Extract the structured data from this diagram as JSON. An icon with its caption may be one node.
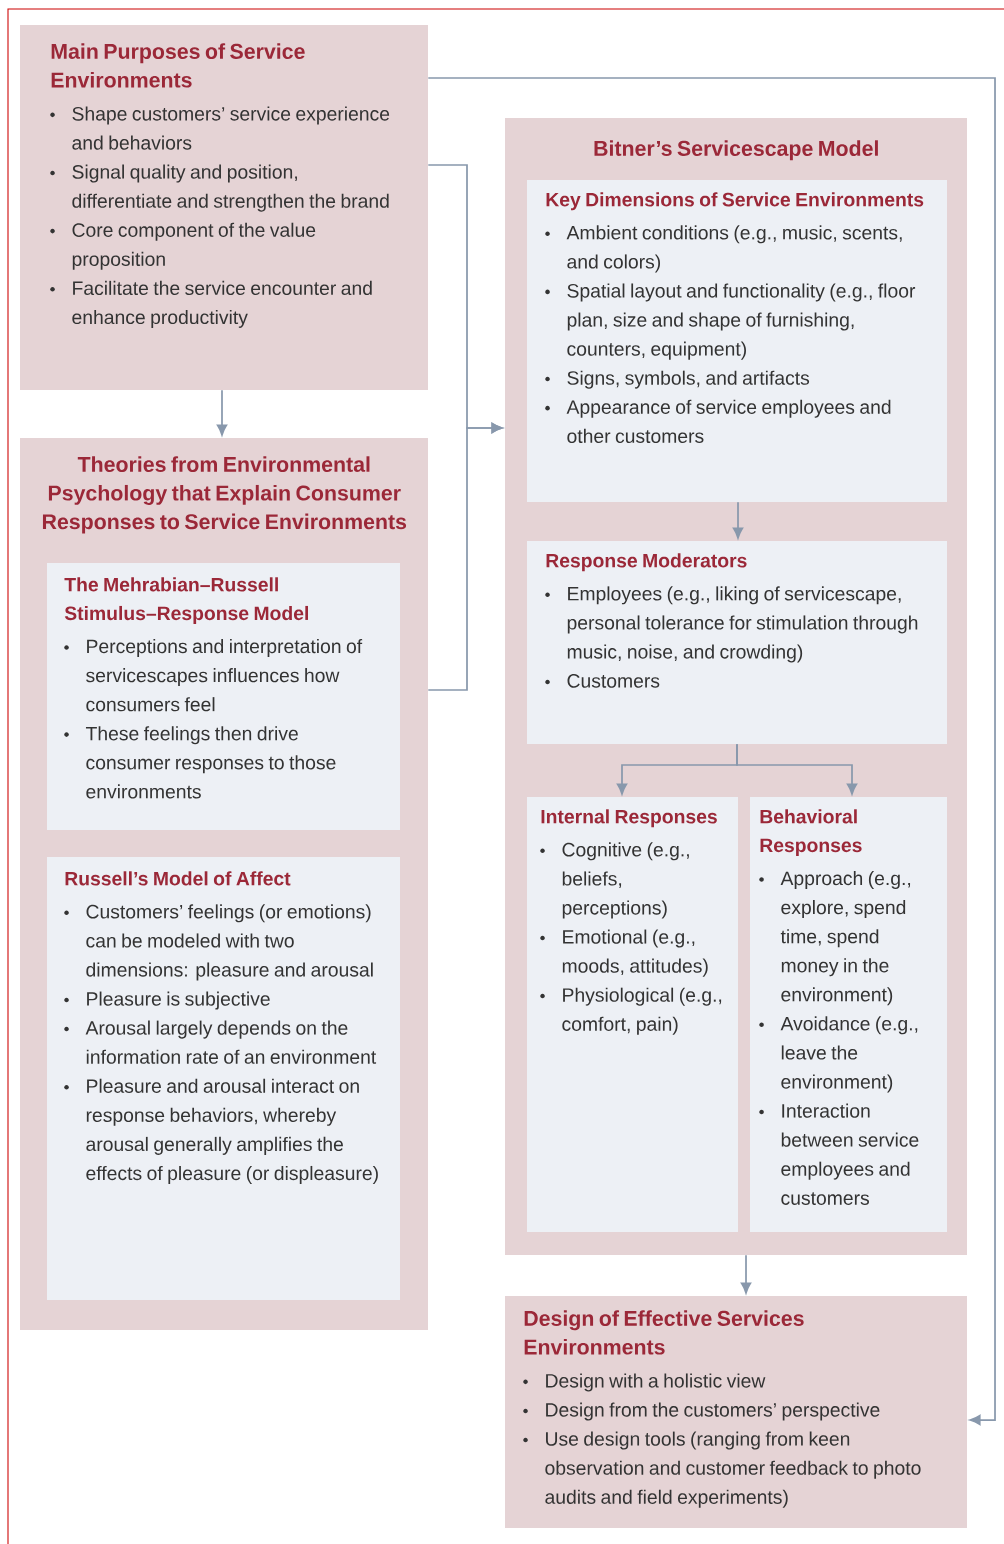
{
  "diagram": {
    "nodes": [
      {
        "text": [
          "Main Purposes of Service Environments",
          "Shape customers’ service experience and behaviors",
          "Signal quality and position, differentiate and strengthen the brand",
          "Core component of the value proposition",
          "Facilitate the service encounter and enhance productivity"
        ]
      },
      {
        "text": [
          "Theories from Environmental Psychology that Explain Consumer Responses to Service Environments"
        ]
      },
      {
        "text": [
          "The Mehrabian–Russell Stimulus–Response Model",
          "Perceptions and interpretation of servicescapes influences how consumers feel",
          "These feelings then drive consumer responses to those environments"
        ],
        "in": 1
      },
      {
        "text": [
          "Russell’s Model of Affect",
          "Customers’ feelings (or emotions) can be modeled with two dimensions: pleasure and arousal",
          "Pleasure is subjective",
          "Arousal largely depends on the information rate of an environment",
          "Pleasure and arousal interact on response behaviors, whereby arousal generally amplifies the effects of pleasure (or displeasure)"
        ],
        "in": 1
      },
      {
        "text": [
          "Bitner’s Servicescape Model"
        ]
      },
      {
        "text": [
          "Key Dimensions of Service Environments",
          "Ambient conditions (e.g., music, scents, and colors)",
          "Spatial layout and functionality (e.g., floor plan, size and shape of furnishing, counters, equipment)",
          "Signs, symbols, and artifacts",
          "Appearance of service employees and other customers"
        ],
        "in": 4
      },
      {
        "text": [
          "Response Moderators",
          "Employees (e.g., liking of servicescape, personal tolerance for stimulation through music, noise, and crowding)",
          "Customers"
        ],
        "in": 4
      },
      {
        "text": [
          "Internal Responses",
          "Cognitive (e.g., beliefs, perceptions)",
          "Emotional (e.g., moods, attitudes)",
          "Physiological (e.g., comfort, pain)"
        ],
        "in": 4
      },
      {
        "text": [
          "Behavioral Responses",
          "Approach (e.g., explore, spend time, spend money in the environment)",
          "Avoidance (e.g., leave the environment)",
          "Interaction between service employees and customers"
        ],
        "in": 4
      },
      {
        "text": [
          "Design of Effective Services Environments",
          "Design with a holistic view",
          "Design from the customers’ perspective",
          "Use design tools (ranging from keen observation and customer feedback to photo audits and field experiments)"
        ]
      }
    ],
    "edges": [
      {
        "from": 0,
        "to": 1,
        "arrow": "to"
      },
      {
        "from": 0,
        "to": 4,
        "arrow": "to"
      },
      {
        "from": 1,
        "to": 4,
        "arrow": "to"
      },
      {
        "from": 0,
        "to": 9,
        "arrow": "to"
      },
      {
        "from": 5,
        "to": 6,
        "arrow": "to"
      },
      {
        "from": 6,
        "to": 7,
        "arrow": "to"
      },
      {
        "from": 6,
        "to": 8,
        "arrow": "to"
      },
      {
        "from": 4,
        "to": 9,
        "arrow": "to"
      }
    ]
  }
}
